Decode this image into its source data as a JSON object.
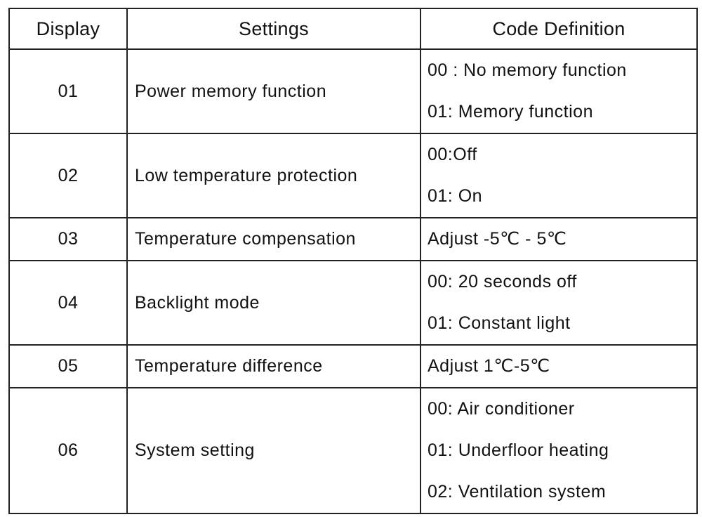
{
  "table": {
    "headers": {
      "display": "Display",
      "settings": "Settings",
      "code": "Code Definition"
    },
    "rows": [
      {
        "display": "01",
        "setting": "Power memory function",
        "codes": [
          "00 : No memory function",
          "01: Memory function"
        ]
      },
      {
        "display": "02",
        "setting": "Low temperature protection",
        "codes": [
          "00:Off",
          "01: On"
        ]
      },
      {
        "display": "03",
        "setting": "Temperature compensation",
        "codes": [
          "Adjust -5℃ - 5℃"
        ]
      },
      {
        "display": "04",
        "setting": "Backlight mode",
        "codes": [
          "00: 20 seconds off",
          "01: Constant light"
        ]
      },
      {
        "display": "05",
        "setting": "Temperature difference",
        "codes": [
          "Adjust 1℃-5℃"
        ]
      },
      {
        "display": "06",
        "setting": "System setting",
        "codes": [
          "00: Air conditioner",
          "01: Underfloor heating",
          "02: Ventilation system"
        ]
      }
    ]
  }
}
